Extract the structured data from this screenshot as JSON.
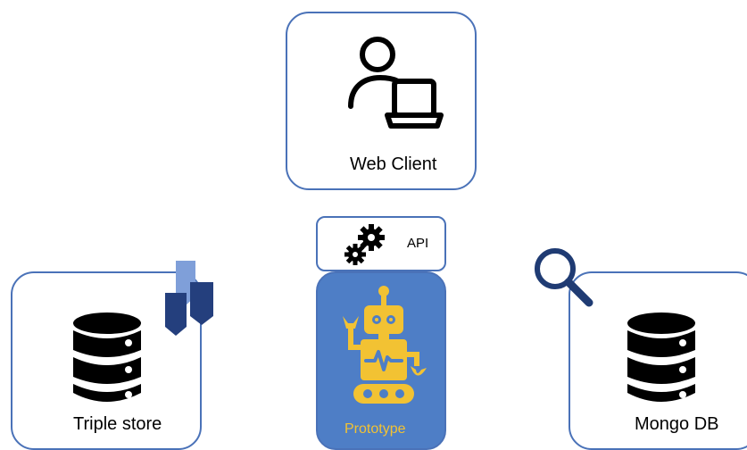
{
  "nodes": {
    "web_client": {
      "label": "Web Client"
    },
    "api": {
      "label": "API"
    },
    "prototype": {
      "label": "Prototype"
    },
    "triple_store": {
      "label": "Triple store"
    },
    "mongo_db": {
      "label": "Mongo DB"
    }
  },
  "colors": {
    "border": "#4a72b8",
    "prototype_fill": "#4e7ec6",
    "robot": "#f2c233",
    "prototype_label": "#f2c233",
    "database_icon": "#000000",
    "magnifier": "#1f3b73",
    "shapes_dark": "#243f7d",
    "shapes_light": "#7f9fd9"
  },
  "icons": {
    "web_client": "user-laptop-icon",
    "api": "gears-icon",
    "prototype": "robot-icon",
    "triple_store": "database-icon",
    "triple_store_badge": "linked-shapes-icon",
    "mongo_db": "database-icon",
    "mongo_db_badge": "magnifier-icon"
  }
}
